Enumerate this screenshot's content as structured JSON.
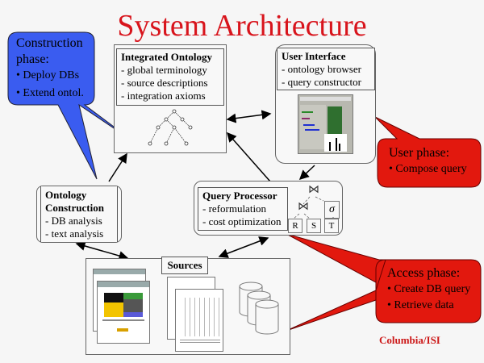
{
  "title": "System Architecture",
  "components": {
    "integrated_ontology": {
      "heading": "Integrated Ontology",
      "items": [
        "- global terminology",
        "- source descriptions",
        "- integration axioms"
      ]
    },
    "user_interface": {
      "heading": "User Interface",
      "items": [
        "- ontology browser",
        "- query constructor"
      ]
    },
    "ontology_construction": {
      "heading_line1": "Ontology",
      "heading_line2": "Construction",
      "items": [
        "- DB analysis",
        "- text analysis"
      ]
    },
    "query_processor": {
      "heading": "Query Processor",
      "items": [
        "- reformulation",
        "- cost optimization"
      ],
      "plan": {
        "join_symbol": "⋈",
        "select_symbol": "σ",
        "relations": [
          "R",
          "S",
          "T"
        ]
      }
    },
    "sources": {
      "heading": "Sources"
    }
  },
  "callouts": {
    "construction": {
      "title_line1": "Construction",
      "title_line2": "phase:",
      "items": [
        "• Deploy DBs",
        "• Extend ontol."
      ],
      "color": "#3a5cf0"
    },
    "user": {
      "title": "User phase:",
      "items": [
        "• Compose query"
      ],
      "color": "#e2180e"
    },
    "access": {
      "title": "Access phase:",
      "items": [
        "• Create DB query",
        "• Retrieve data"
      ],
      "color": "#e2180e"
    }
  },
  "credit": "Columbia/ISI",
  "colors": {
    "title": "#d8141c",
    "background": "#f6f6f6"
  }
}
